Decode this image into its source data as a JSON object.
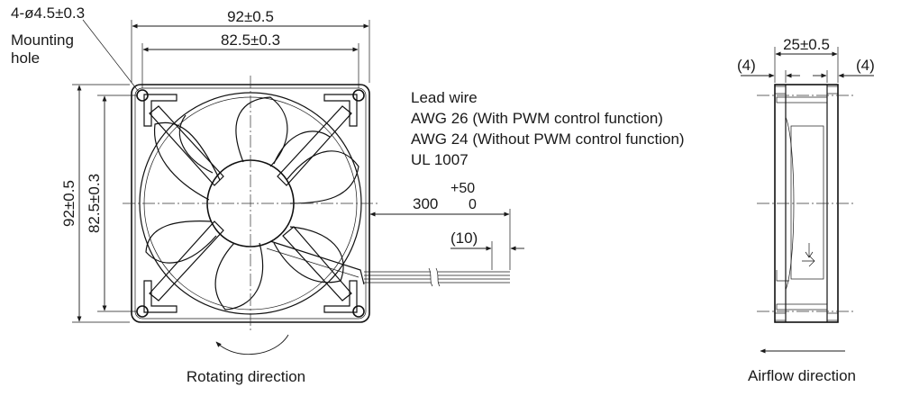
{
  "front_view": {
    "hole_spec": "4-ø4.5±0.3",
    "hole_label_line1": "Mounting",
    "hole_label_line2": "hole",
    "width_outer": "92±0.5",
    "width_pitch": "82.5±0.3",
    "height_outer": "92±0.5",
    "height_pitch": "82.5±0.3",
    "rotating_label": "Rotating direction"
  },
  "lead_wire": {
    "title": "Lead wire",
    "line1": "AWG 26 (With PWM control function)",
    "line2": "AWG 24 (Without PWM control function)",
    "line3": "UL 1007",
    "length": "300",
    "tol_plus": "+50",
    "tol_minus": "0",
    "strip": "(10)"
  },
  "side_view": {
    "depth": "25±0.5",
    "flange_left": "(4)",
    "flange_right": "(4)",
    "airflow_label": "Airflow direction"
  }
}
